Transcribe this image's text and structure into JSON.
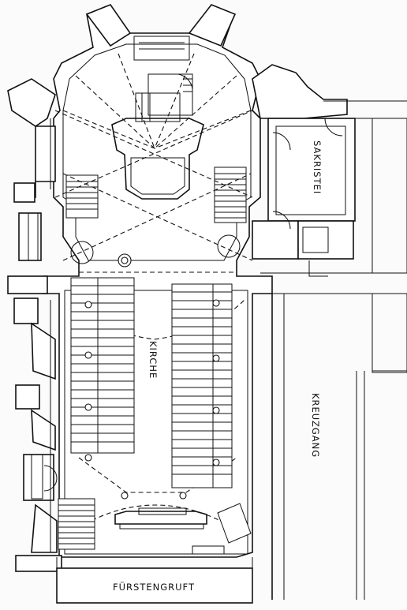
{
  "labels": {
    "sakristei": "SAKRISTEI",
    "kirche": "KIRCHE",
    "kreuzgang": "KREUZGANG",
    "fuerstengruft": "FÜRSTENGRUFT"
  },
  "colors": {
    "ink": "#111111",
    "paper": "#fbfbfb"
  }
}
